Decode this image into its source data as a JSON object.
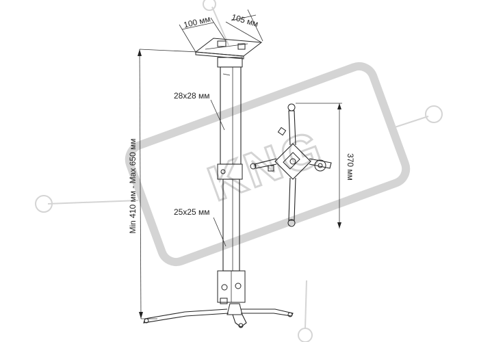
{
  "labels": {
    "width_a": "100 мм",
    "width_b": "105 мм",
    "upper_tube": "28x28 мм",
    "lower_tube": "25x25 мм",
    "range": "Min 410 мм - Max 650 мм",
    "bracket_span": "370 мм"
  },
  "watermark": {
    "text": "KNG"
  },
  "colors": {
    "line": "#222222",
    "watermark": "#d4d4d4",
    "background": "#ffffff"
  }
}
